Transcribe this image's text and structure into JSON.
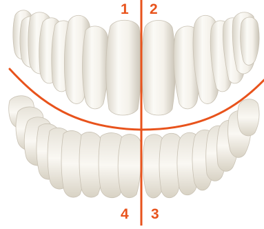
{
  "quadrants": {
    "q1": "1",
    "q2": "2",
    "q3": "3",
    "q4": "4"
  },
  "colors": {
    "accent": "#e8531c",
    "tooth_light": "#f7f5f0",
    "tooth_shade": "#cfc9bd"
  }
}
